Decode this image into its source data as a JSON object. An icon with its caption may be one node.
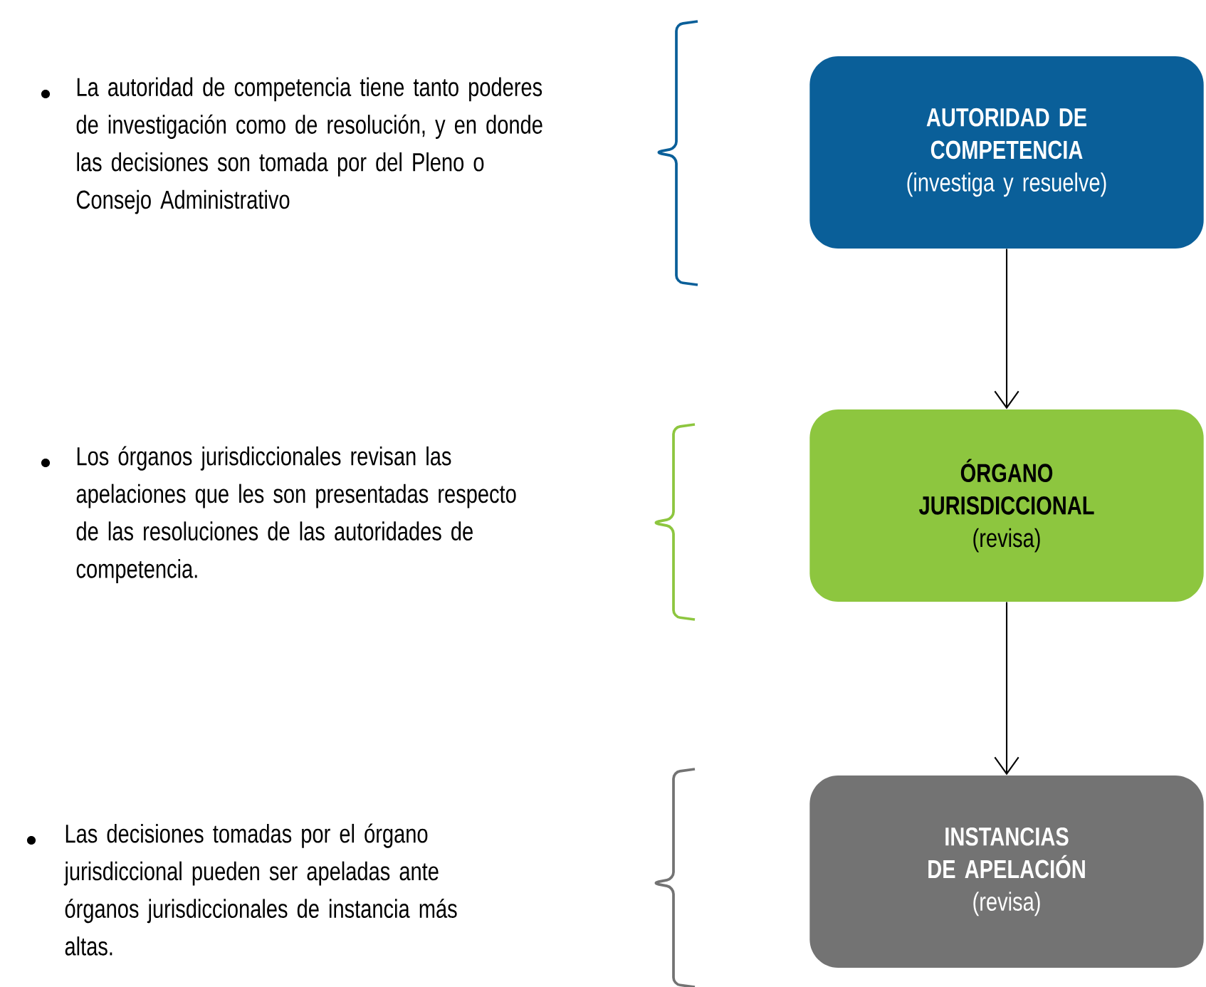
{
  "diagram": {
    "nodes": [
      {
        "text": [
          "AUTORIDAD DE COMPETENCIA",
          "(investiga y resuelve)"
        ]
      },
      {
        "text": [
          "ÓRGANO JURISDICCIONAL",
          "(revisa)"
        ]
      },
      {
        "text": [
          "INSTANCIAS DE APELACIÓN",
          "(revisa)"
        ]
      }
    ],
    "edges": [
      {
        "from": 0,
        "to": 1,
        "arrow": "to"
      },
      {
        "from": 1,
        "to": 2,
        "arrow": "to"
      }
    ],
    "labels": [
      "La autoridad de competencia tiene tanto poderes de investigación como de resolución, y en donde las decisiones son tomada por del Pleno o Consejo Administrativo",
      "Los órganos jurisdiccionales revisan las apelaciones que les son presentadas respecto de  las resoluciones de las autoridades de competencia.",
      "Las decisiones tomadas por el órgano jurisdiccional pueden ser apeladas ante órganos jurisdiccionales de instancia más altas."
    ]
  }
}
